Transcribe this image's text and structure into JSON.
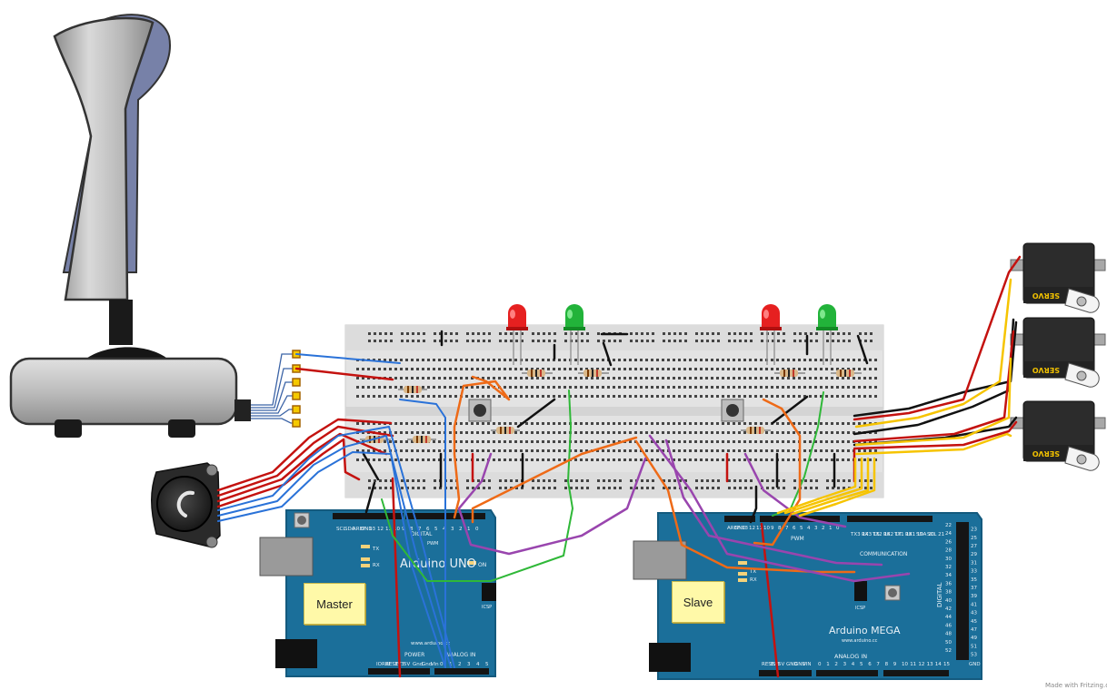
{
  "boards": {
    "master": {
      "note": "Master",
      "brand": "Arduino UNO",
      "url": "www.arduino.cc",
      "on_label": "ON",
      "tx_label": "TX",
      "rx_label": "RX",
      "icsp_label": "ICSP",
      "digital_label": "DIGITAL",
      "pwm_label": "PWM",
      "power_label": "POWER",
      "analog_label": "ANALOG IN",
      "header_top_labels": [
        "SCL",
        "SDA",
        "AREF",
        "GND",
        "13",
        "12",
        "11",
        "10",
        "9",
        "8",
        "7",
        "6",
        "5",
        "4",
        "3",
        "2",
        "1",
        "0"
      ],
      "header_bottom_labels": [
        "IOREF",
        "RESET",
        "3V3",
        "5V",
        "Gnd",
        "Gnd",
        "Vin",
        "0",
        "1",
        "2",
        "3",
        "4",
        "5"
      ]
    },
    "slave": {
      "note": "Slave",
      "brand": "Arduino MEGA",
      "url": "www.arduino.cc",
      "pwm_label": "PWM",
      "comm_label": "COMMUNICATION",
      "tx_label": "TX",
      "rx_label": "RX",
      "icsp_label": "ICSP",
      "digital_label": "DIGITAL",
      "analog_label": "ANALOG IN",
      "gnd_label": "GND",
      "header_top_labels": [
        "AREF",
        "GND",
        "13",
        "12",
        "11",
        "10",
        "9",
        "8",
        "7",
        "6",
        "5",
        "4",
        "3",
        "2",
        "1",
        "0",
        "TX3 14",
        "RX3 15",
        "TX2 16",
        "RX2 17",
        "TX1 18",
        "RX1 19",
        "SDA 20",
        "SCL 21"
      ],
      "side_labels": [
        "22",
        "23",
        "24",
        "25",
        "26",
        "27",
        "28",
        "29",
        "30",
        "31",
        "32",
        "33",
        "34",
        "35",
        "36",
        "37",
        "38",
        "39",
        "40",
        "41",
        "42",
        "43",
        "44",
        "45",
        "46",
        "47",
        "48",
        "49",
        "50",
        "51",
        "52",
        "53"
      ],
      "bottom_left_labels": [
        "RESET",
        "3V3",
        "5V",
        "GND",
        "GND",
        "VIN"
      ],
      "bottom_analog_labels": [
        "0",
        "1",
        "2",
        "3",
        "4",
        "5",
        "6",
        "7",
        "8",
        "9",
        "10",
        "11",
        "12",
        "13",
        "14",
        "15"
      ]
    }
  },
  "servos": {
    "label": "SERVO",
    "count": 3
  },
  "credit": "Made with Fritzing.org",
  "colors": {
    "board": "#1b6f9a",
    "board_edge": "#145a7e",
    "breadboard": "#e3e3e3",
    "wire_red": "#c4120f",
    "wire_blue": "#2a72d8",
    "wire_green": "#2fb838",
    "wire_orange": "#ee6a17",
    "wire_purple": "#9945ae",
    "wire_yellow": "#f6c400",
    "wire_black": "#111111",
    "led_red": "#e62020",
    "led_green": "#22b33a"
  }
}
